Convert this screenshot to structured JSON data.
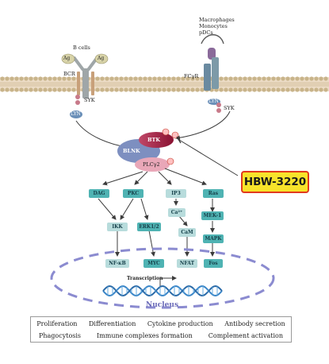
{
  "cells_left": "B cells",
  "cells_right": [
    "Macrophages",
    "Monocytes",
    "pDCs"
  ],
  "receptors": {
    "bcr": "BCR",
    "fcr": "FCγR",
    "antigen": "Ag"
  },
  "kinases": {
    "lyn": "LYN",
    "syk": "SYK",
    "btk": "BTK",
    "blnk": "BLNK",
    "plc": "PLCγ2"
  },
  "drug": "HBW-3220",
  "pathway": {
    "dag": "DAG",
    "pkc": "PKC",
    "ip3": "IP3",
    "ras": "Ras",
    "ikk": "IKK",
    "erk": "ERK1/2",
    "ca": "Ca²⁺",
    "mek": "MEK-1",
    "cam": "CaM",
    "mapk": "MAPK",
    "nfkb": "NF-κB",
    "myc": "MYC",
    "nfat": "NFAT",
    "fos": "Fos"
  },
  "transcription": "Transcription",
  "nucleus": "Nucleus",
  "outcomes_row1": [
    "Proliferation",
    "Differentiation",
    "Cytokine production",
    "Antibody secretion"
  ],
  "outcomes_row2": [
    "Phagocytosis",
    "Immune complexes formation",
    "Complement activation"
  ],
  "colors": {
    "membrane": "#c8b48a",
    "teal": "#4fb3b3",
    "btk": "#a01c40",
    "nucleus": "#7f7fc8"
  }
}
